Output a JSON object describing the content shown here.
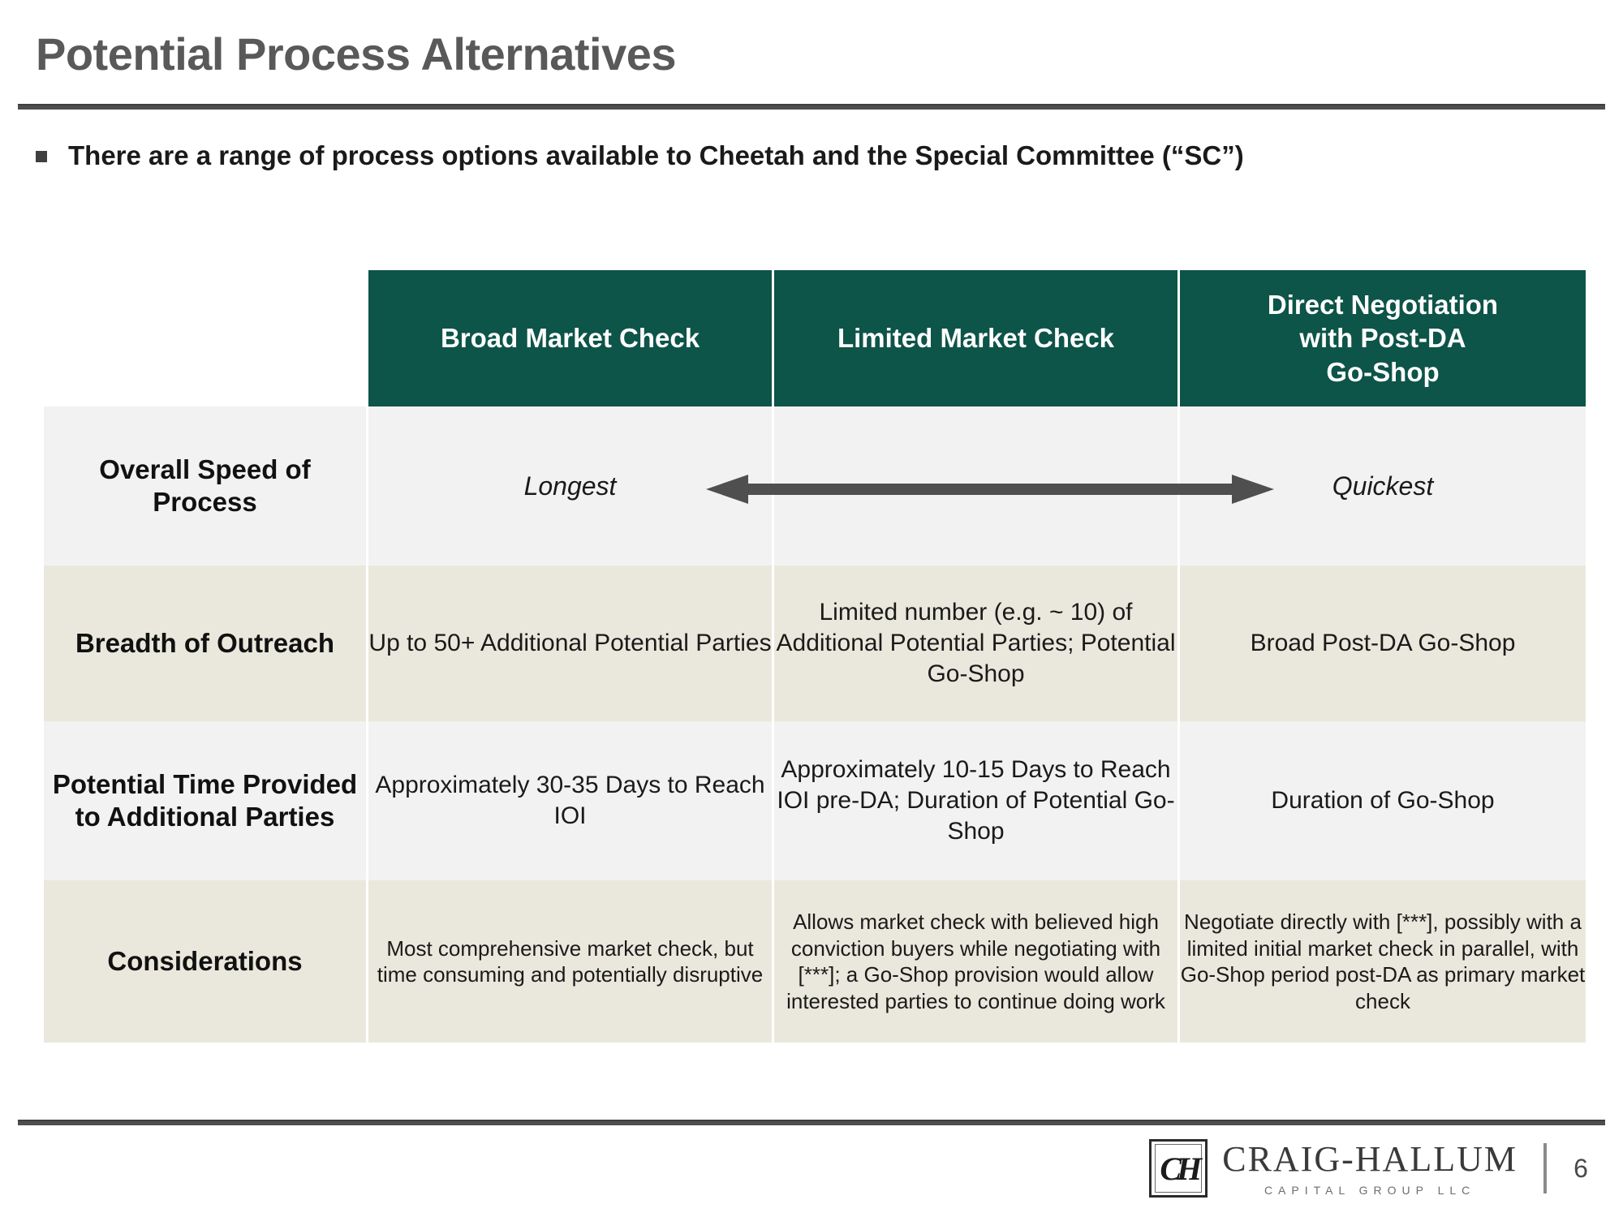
{
  "slide": {
    "title": "Potential Process Alternatives",
    "bullets": [
      "There are a range of process options available to Cheetah and the Special Committee (“SC”)"
    ]
  },
  "colors": {
    "header_green": "#0d5449",
    "row_gray": "#f2f2f2",
    "row_beige": "#eae8dc",
    "rule_gray": "#4e4e4e",
    "title_gray": "#595959",
    "arrow_gray": "#4f4f4f"
  },
  "table": {
    "corner_label": "",
    "columns": [
      "Broad Market Check",
      "Limited Market Check",
      "Direct Negotiation with Post-DA Go-Shop"
    ],
    "columns_lines": {
      "col1": [
        "Broad Market Check"
      ],
      "col2": [
        "Limited Market Check"
      ],
      "col3": [
        "Direct Negotiation",
        "with Post-DA",
        "Go-Shop"
      ]
    },
    "rows": [
      {
        "label": "Overall Speed of Process",
        "shade": "gray",
        "cells": [
          "Longest",
          "",
          "Quickest"
        ],
        "annotation": "double-headed arrow spanning from Broad Market Check to Direct Negotiation"
      },
      {
        "label": "Breadth of Outreach",
        "shade": "beige",
        "cells": [
          "Up to 50+ Additional Potential Parties",
          "Limited number (e.g. ~ 10) of Additional Potential Parties; Potential Go-Shop",
          "Broad Post-DA Go-Shop"
        ]
      },
      {
        "label": "Potential Time Provided to Additional Parties",
        "shade": "gray",
        "cells": [
          "Approximately 30-35 Days to Reach IOI",
          "Approximately 10-15 Days to Reach IOI pre-DA; Duration of Potential Go-Shop",
          "Duration of Go-Shop"
        ]
      },
      {
        "label": "Considerations",
        "shade": "beige",
        "cells": [
          "Most comprehensive market check, but time consuming and potentially disruptive",
          "Allows market check with believed high conviction buyers while negotiating with [***]; a Go-Shop provision would allow interested parties to continue doing work",
          "Negotiate directly with [***], possibly with a limited initial market check in parallel, with Go-Shop period post-DA as primary market check"
        ]
      }
    ]
  },
  "footer": {
    "logo_monogram": "CH",
    "logo_name": "CRAIG-HALLUM",
    "logo_subtitle": "CAPITAL GROUP LLC",
    "page_number": "6"
  }
}
